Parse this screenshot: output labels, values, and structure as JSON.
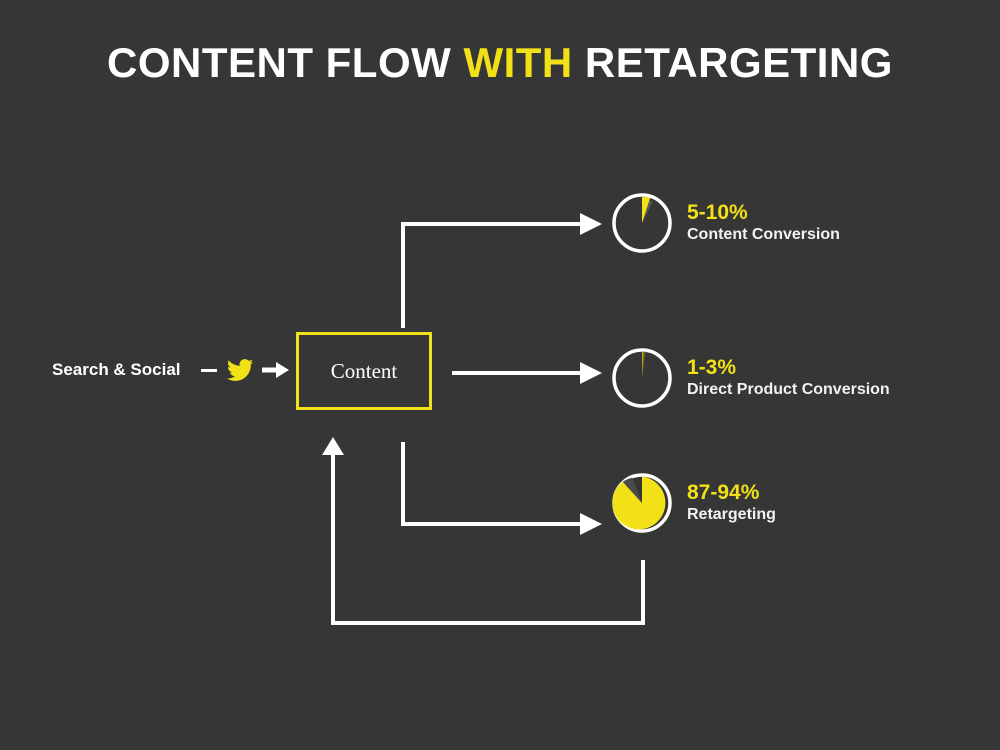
{
  "title": {
    "part1": "CONTENT FLOW ",
    "highlight": "WITH",
    "part2": " RETARGETING"
  },
  "colors": {
    "background": "#363636",
    "accent_yellow": "#F2E116",
    "white": "#FFFFFF",
    "pie_gray": "#595959",
    "pie_dark": "#4A4A4A"
  },
  "source": {
    "label": "Search & Social",
    "dash_icon": "dash-icon",
    "social_icon": "twitter-bird-icon",
    "arrow_icon": "arrow-right-icon"
  },
  "node": {
    "label": "Content"
  },
  "outcomes": [
    {
      "percent": "5-10%",
      "name": "Content Conversion",
      "pie_icon": "pie-chart-icon"
    },
    {
      "percent": "1-3%",
      "name": "Direct Product Conversion",
      "pie_icon": "pie-chart-icon"
    },
    {
      "percent": "87-94%",
      "name": "Retargeting",
      "pie_icon": "pie-chart-icon"
    }
  ],
  "chart_data": {
    "type": "pie",
    "title": "CONTENT FLOW WITH RETARGETING",
    "charts": [
      {
        "label": "Content Conversion",
        "range_label": "5-10%",
        "low": 5,
        "high": 10,
        "slices": [
          {
            "name": "low value",
            "value": 5,
            "color": "#F2E116"
          },
          {
            "name": "high value remainder",
            "value": 5,
            "color": "#595959"
          },
          {
            "name": "remainder",
            "value": 90,
            "color": "#363636"
          }
        ]
      },
      {
        "label": "Direct Product Conversion",
        "range_label": "1-3%",
        "low": 1,
        "high": 3,
        "slices": [
          {
            "name": "low value",
            "value": 1,
            "color": "#F2E116"
          },
          {
            "name": "high value remainder",
            "value": 2,
            "color": "#595959"
          },
          {
            "name": "remainder",
            "value": 97,
            "color": "#363636"
          }
        ]
      },
      {
        "label": "Retargeting",
        "range_label": "87-94%",
        "low": 87,
        "high": 94,
        "slices": [
          {
            "name": "low value",
            "value": 87,
            "color": "#F2E116"
          },
          {
            "name": "high value remainder",
            "value": 7,
            "color": "#4A4A4A"
          },
          {
            "name": "remainder",
            "value": 6,
            "color": "#363636"
          }
        ]
      }
    ],
    "flow": {
      "source": "Search & Social",
      "hub": "Content",
      "branches": [
        "Content Conversion",
        "Direct Product Conversion",
        "Retargeting"
      ],
      "feedback_loop": "Retargeting returns to Content"
    }
  }
}
